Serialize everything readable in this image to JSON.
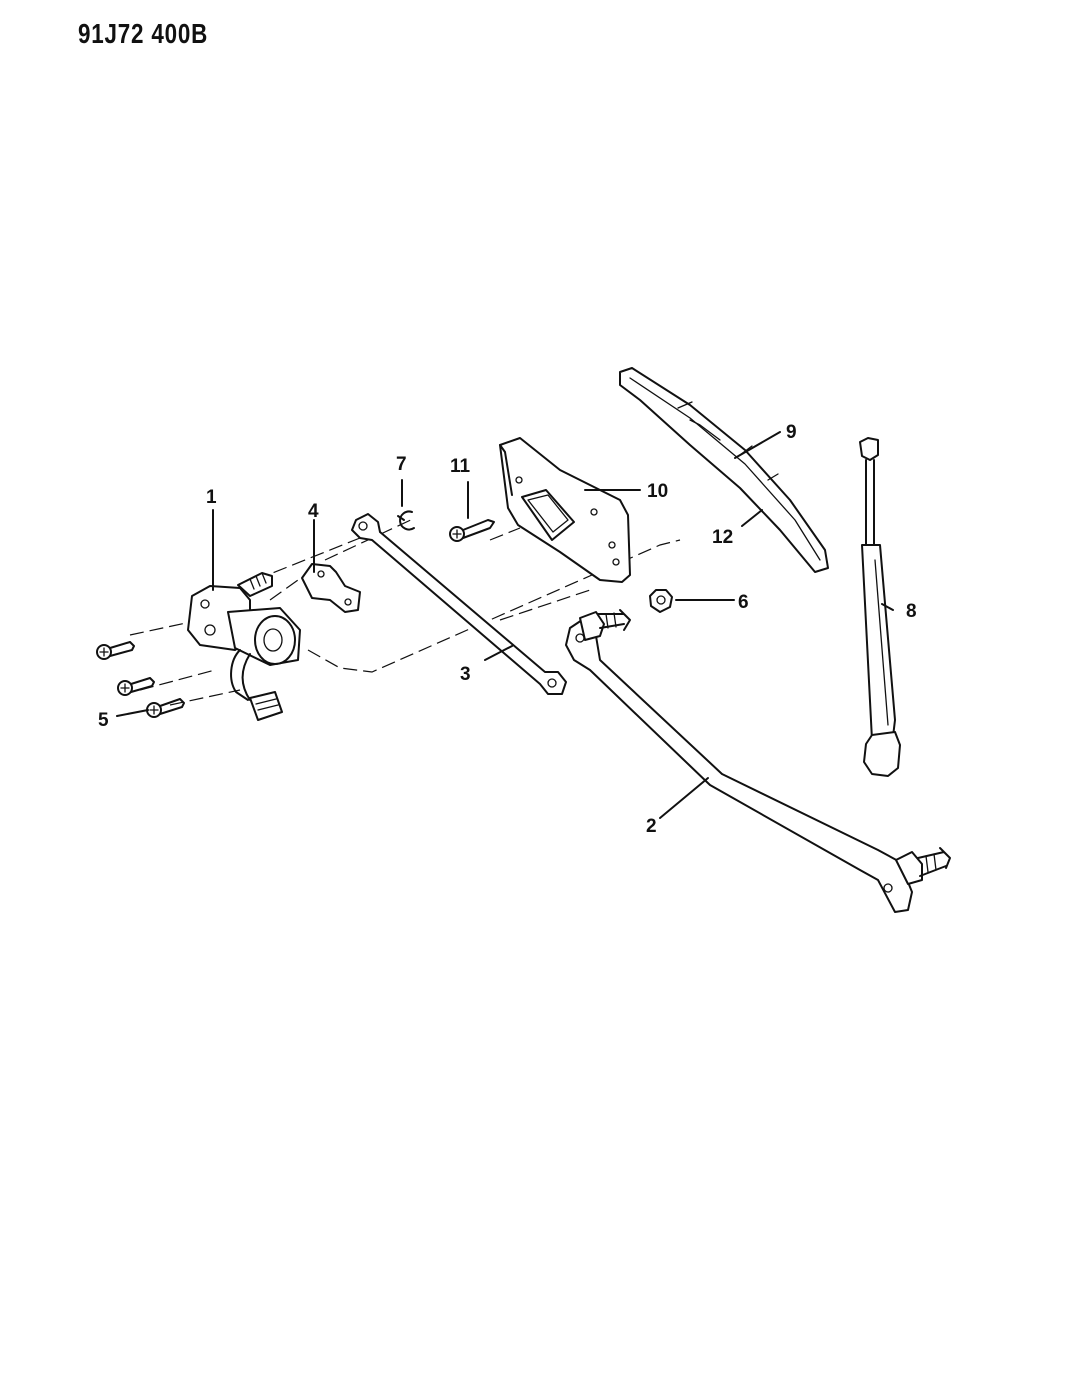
{
  "diagram_code": "91J72 400B",
  "callouts": [
    {
      "id": "callout-1",
      "text": "1"
    },
    {
      "id": "callout-2",
      "text": "2"
    },
    {
      "id": "callout-3",
      "text": "3"
    },
    {
      "id": "callout-4",
      "text": "4"
    },
    {
      "id": "callout-5",
      "text": "5"
    },
    {
      "id": "callout-6",
      "text": "6"
    },
    {
      "id": "callout-7",
      "text": "7"
    },
    {
      "id": "callout-8",
      "text": "8"
    },
    {
      "id": "callout-9",
      "text": "9"
    },
    {
      "id": "callout-10",
      "text": "10"
    },
    {
      "id": "callout-11",
      "text": "11"
    },
    {
      "id": "callout-12",
      "text": "12"
    }
  ]
}
